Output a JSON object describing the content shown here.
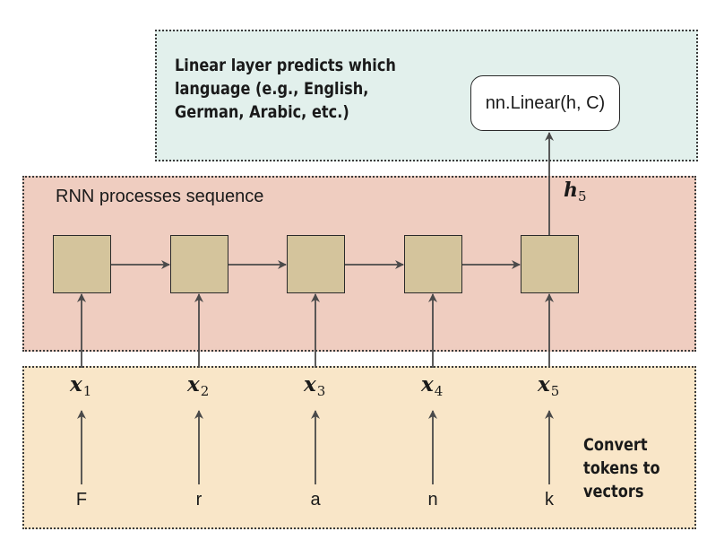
{
  "linear_region": {
    "label": "Linear layer predicts which\nlanguage (e.g., English,\nGerman, Arabic, etc.)",
    "box_label": "nn.Linear(h, C)"
  },
  "rnn_region": {
    "label": "RNN processes sequence",
    "hidden_symbol": "h",
    "hidden_index": "5"
  },
  "token_region": {
    "label": "Convert\ntokens to\nvectors",
    "vector_symbol": "x",
    "tokens": [
      {
        "char": "F",
        "index": "1"
      },
      {
        "char": "r",
        "index": "2"
      },
      {
        "char": "a",
        "index": "3"
      },
      {
        "char": "n",
        "index": "4"
      },
      {
        "char": "k",
        "index": "5"
      }
    ]
  },
  "colors": {
    "linear_bg": "#e2f0ec",
    "rnn_bg": "#efcdc0",
    "token_bg": "#f9e6c8",
    "cell_fill": "#d4c49c",
    "stroke": "#3a3a3a"
  }
}
